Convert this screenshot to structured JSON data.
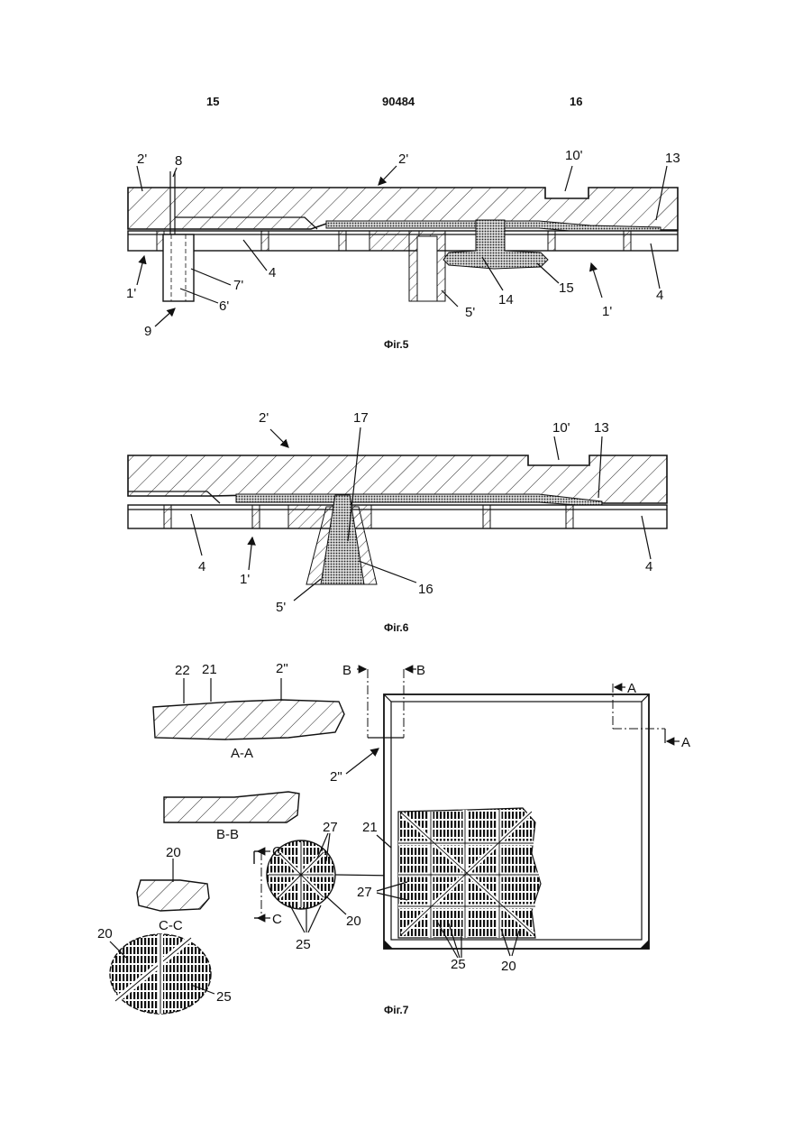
{
  "header": {
    "left_page": "15",
    "patent_number": "90484",
    "right_page": "16"
  },
  "fig5": {
    "caption": "Фіг.5",
    "labels": {
      "2p_a": "2'",
      "8": "8",
      "2p_b": "2'",
      "10p": "10'",
      "13": "13",
      "4_a": "4",
      "7p": "7'",
      "6p": "6'",
      "1p_a": "1'",
      "9": "9",
      "14": "14",
      "15": "15",
      "5p": "5'",
      "1p_b": "1'",
      "4_b": "4"
    }
  },
  "fig6": {
    "caption": "Фіг.6",
    "labels": {
      "2p": "2'",
      "17": "17",
      "10p": "10'",
      "13": "13",
      "4_a": "4",
      "1p": "1'",
      "4_b": "4",
      "16": "16",
      "5p": "5'"
    }
  },
  "fig7": {
    "caption": "Фіг.7",
    "labels": {
      "22": "22",
      "21_a": "21",
      "2pp_a": "2\"",
      "AA": "A-A",
      "BB": "B-B",
      "B_left": "B",
      "B_right": "B",
      "A_top": "A",
      "A_right": "A",
      "2pp_b": "2\"",
      "21_b": "21",
      "20_a": "20",
      "27_a": "27",
      "C_top": "C",
      "C_bot": "C",
      "20_b": "20",
      "25_a": "25",
      "CC": "C-C",
      "20_c": "20",
      "25_b": "25",
      "27_b": "27",
      "25_c": "25",
      "20_d": "20"
    }
  }
}
